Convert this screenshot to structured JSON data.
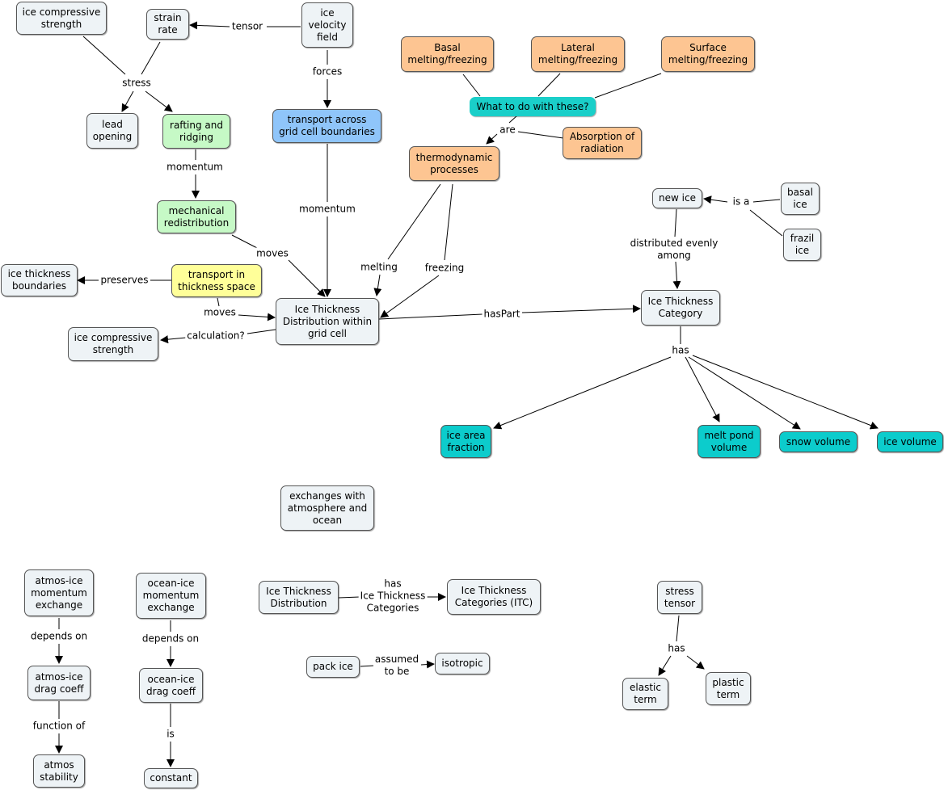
{
  "nodes": {
    "ice_compressive_strength_top": "ice compressive\nstrength",
    "strain_rate": "strain\nrate",
    "ice_velocity_field": "ice\nvelocity\nfield",
    "lead_opening": "lead\nopening",
    "rafting_ridging": "rafting and\nridging",
    "transport_grid": "transport across\ngrid cell boundaries",
    "mechanical_redistribution": "mechanical\nredistribution",
    "basal_melting": "Basal\nmelting/freezing",
    "lateral_melting": "Lateral\nmelting/freezing",
    "surface_melting": "Surface\nmelting/freezing",
    "what_to_do": "What to do with these?",
    "absorption": "Absorption of\nradiation",
    "thermodynamic": "thermodynamic\nprocesses",
    "new_ice": "new ice",
    "basal_ice": "basal\nice",
    "frazil_ice": "frazil\nice",
    "ice_thickness_boundaries": "ice thickness\nboundaries",
    "transport_thickness": "transport in\nthickness space",
    "itd_grid": "Ice Thickness\nDistribution within\ngrid cell",
    "ice_thickness_category": "Ice Thickness\nCategory",
    "ice_compressive_strength_mid": "ice compressive\nstrength",
    "ice_area_fraction": "ice area\nfraction",
    "melt_pond_volume": "melt pond\nvolume",
    "snow_volume": "snow volume",
    "ice_volume": "ice volume",
    "exchanges": "exchanges with\natmosphere and\nocean",
    "atmos_momentum": "atmos-ice\nmomentum\nexchange",
    "ocean_momentum": "ocean-ice\nmomentum\nexchange",
    "itd": "Ice Thickness\nDistribution",
    "itc": "Ice Thickness\nCategories (ITC)",
    "stress_tensor": "stress\ntensor",
    "atmos_drag": "atmos-ice\ndrag coeff",
    "ocean_drag": "ocean-ice\ndrag coeff",
    "pack_ice": "pack ice",
    "isotropic": "isotropic",
    "elastic_term": "elastic\nterm",
    "plastic_term": "plastic\nterm",
    "atmos_stability": "atmos\nstability",
    "constant": "constant"
  },
  "links": {
    "tensor": "tensor",
    "stress": "stress",
    "forces": "forces",
    "momentum_1": "momentum",
    "momentum_2": "momentum",
    "moves_1": "moves",
    "are": "are",
    "is_a": "is a",
    "distributed": "distributed evenly\namong",
    "preserves": "preserves",
    "melting": "melting",
    "freezing": "freezing",
    "moves_2": "moves",
    "haspart": "hasPart",
    "calculation": "calculation?",
    "has_1": "has",
    "has_itc": "has\nIce Thickness\nCategories",
    "depends_on_1": "depends on",
    "depends_on_2": "depends on",
    "assumed": "assumed\nto be",
    "has_2": "has",
    "function_of": "function of",
    "is": "is"
  },
  "colors": {
    "default_node": "#eef3f6",
    "orange": "#fdc592",
    "green": "#c6f9c6",
    "blue": "#8fc5fa",
    "yellow": "#ffff99",
    "teal": "#0ccccc",
    "line": "#000000"
  }
}
